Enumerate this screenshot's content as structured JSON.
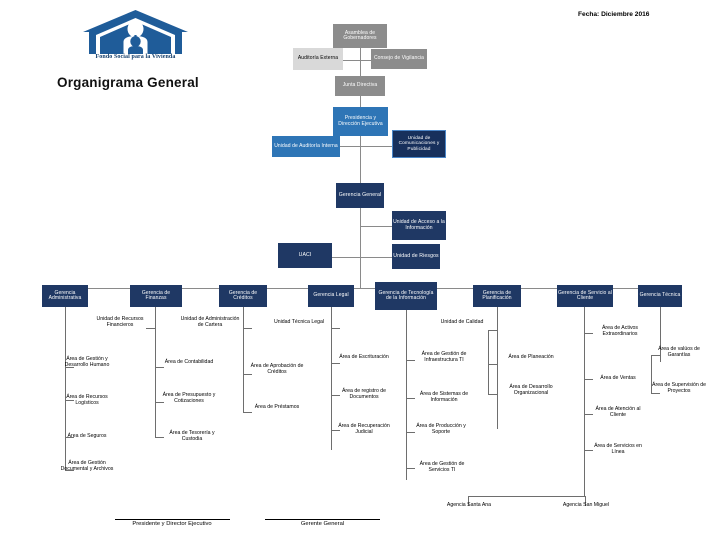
{
  "meta": {
    "page_title": "Organigrama General",
    "date_label": "Fecha:  Diciembre 2016",
    "logo_caption": "Fondo Social para la Vivienda",
    "logo_icon": "house-family-icon",
    "colors": {
      "gray_box": "#8c8c8c",
      "light_gray_box": "#d9d9d9",
      "navy_box": "#1f3864",
      "dark_navy_box": "#17305c",
      "blue_box": "#2e75b6",
      "accent_border": "#4a86c8",
      "connector_line": "#8a8a8a",
      "logo_blue": "#1f5c99"
    }
  },
  "governance": {
    "asamblea": "Asamblea de Gobernadores",
    "auditoria_externa": "Auditoría Externa",
    "consejo_vigilancia": "Consejo de Vigilancia",
    "junta_directiva": "Junta Directiva",
    "presidencia": "Presidencia y Dirección Ejecutiva",
    "auditoria_interna": "Unidad de Auditoría Interna",
    "comunicaciones": "Unidad de Comunicaciones y Publicidad"
  },
  "general": {
    "gerencia_general": "Gerencia General",
    "acceso_informacion": "Unidad de Acceso a la Información",
    "uaci": "UACI",
    "unidad_riesgos": "Unidad de Riesgos"
  },
  "gerencias": [
    {
      "name": "Gerencia Administrativa",
      "units": [],
      "areas": [
        "Área de Gestión y Desarrollo Humano",
        "Área de Recursos Logísticos",
        "Área de Seguros",
        "Área de Gestión Documental y Archivos"
      ]
    },
    {
      "name": "Gerencia de Finanzas",
      "units": [
        "Unidad de Recursos Financieros"
      ],
      "areas": [
        "Área de Contabilidad",
        "Área de Presupuesto y Cotizaciones",
        "Área de Tesorería y Custodia"
      ]
    },
    {
      "name": "Gerencia de Créditos",
      "units": [
        "Unidad de Administración de Cartera"
      ],
      "areas": [
        "Área de Aprobación de Créditos",
        "Área de Préstamos"
      ]
    },
    {
      "name": "Gerencia Legal",
      "units": [
        "Unidad Técnica Legal"
      ],
      "areas": [
        "Área de Escrituración",
        "Área de registro de Documentos",
        "Área de Recuperación Judicial"
      ]
    },
    {
      "name": "Gerencia de Tecnología de la Información",
      "units": [],
      "areas": [
        "Área de Gestión de Infraestructura TI",
        "Área de Sistemas de Información",
        "Área de Producción y Soporte",
        "Área de Gestión de Servicios TI"
      ]
    },
    {
      "name": "Gerencia de Planificación",
      "units": [
        "Unidad de Calidad"
      ],
      "areas": [
        "Área de Planeación",
        "Área de Desarrollo Organizacional"
      ]
    },
    {
      "name": "Gerencia de Servicio al Cliente",
      "units": [],
      "areas": [
        "Área de Activos Extraordinarios",
        "Área de Ventas",
        "Área de Atención al Cliente",
        "Área de Servicios en Línea"
      ]
    },
    {
      "name": "Gerencia Técnica",
      "units": [],
      "areas": [
        "Área de valúos de Garantías",
        "Área de Supervisión de Proyectos"
      ]
    }
  ],
  "agencias": [
    "Agencia Santa Ana",
    "Agencia San Miguel"
  ],
  "signatures": [
    "Presidente y Director Ejecutivo",
    "Gerente General"
  ]
}
